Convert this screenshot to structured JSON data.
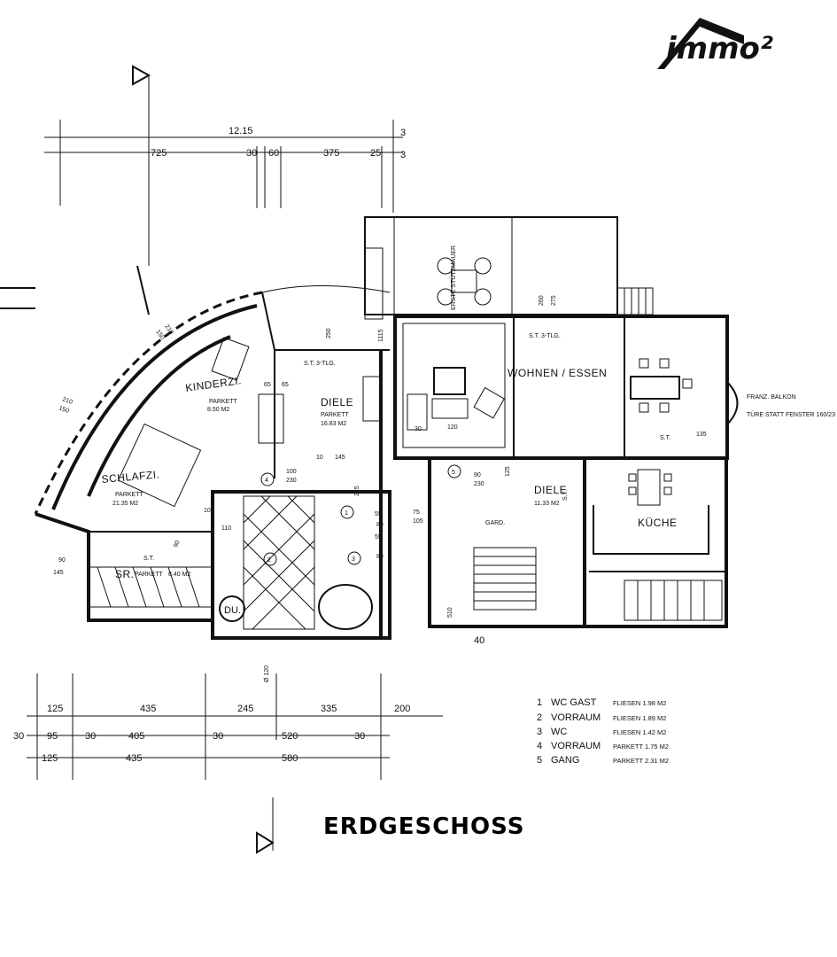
{
  "logo": {
    "text": "immo²"
  },
  "title": "ERDGESCHOSS",
  "rooms": {
    "kinderzimmer": {
      "name": "KINDERZI.",
      "floor": "PARKETT",
      "area": "8.50 M2"
    },
    "schlafzimmer": {
      "name": "SCHLAFZI.",
      "floor": "PARKETT",
      "area": "21.35 M2"
    },
    "schrankraum": {
      "name": "SR.",
      "floor": "PARKETT",
      "area": "8.40 M2"
    },
    "diele_links": {
      "name": "DIELE",
      "floor": "PARKETT",
      "area": "16.83 M2"
    },
    "wohnen_essen": {
      "name": "WOHNEN / ESSEN"
    },
    "diele_rechts": {
      "name": "DIELE",
      "area": "11.33 M2"
    },
    "kueche": {
      "name": "KÜCHE"
    },
    "du": {
      "name": "DU."
    },
    "gard": {
      "name": "GARD."
    }
  },
  "annotations": {
    "balkon_1": "FRANZ. BALKON",
    "balkon_2": "TÜRE STATT FENSTER 160/23",
    "stuetzmauer": "ERSTE STÜTZMAUER",
    "st3tlg_left": "S.T. 3-TLG.",
    "st3tlg_right": "S.T. 3-TLG.",
    "st_right": "S.T.",
    "st_sr": "S.T.",
    "st_kueche": "S.T."
  },
  "circle_markers": [
    "1",
    "2",
    "3",
    "4",
    "5"
  ],
  "dimensions": {
    "top_total": "12.15",
    "top_3a": "3",
    "top_3b": "3",
    "top_725": "725",
    "top_30": "30",
    "top_60": "60",
    "top_375": "375",
    "top_25": "25",
    "bottom_row1": [
      "125",
      "435",
      "245",
      "335",
      "200"
    ],
    "bottom_row2": [
      "30",
      "95",
      "30",
      "405",
      "30",
      "520",
      "30"
    ],
    "bottom_row3": [
      "125",
      "435",
      "580"
    ],
    "left_210a": "210",
    "left_150a": "150",
    "left_210b": "210",
    "left_150b": "150",
    "left_90": "90",
    "left_145": "145",
    "d_260": "260",
    "d_275": "275",
    "d_250": "250",
    "d_100": "100",
    "d_230": "230",
    "d_145": "145",
    "d_90": "90",
    "d_125": "125",
    "d_135": "135",
    "d_510": "510",
    "d_40": "40",
    "d_120": "Ø 120",
    "d_55a": "55",
    "d_55b": "55",
    "d_80a": "80",
    "d_80b": "80",
    "d_75": "75",
    "d_105": "105",
    "d_110": "110",
    "d_90b": "90",
    "d_230b": "230",
    "d_10a": "10",
    "d_10b": "10",
    "d_30": "30",
    "d_120r": "120",
    "d_225": "225",
    "d_1115": "1115",
    "d_65": "65",
    "d_65b": "65"
  },
  "legend": [
    {
      "num": "1",
      "name": "WC GAST",
      "info": "FLIESEN 1.98 M2"
    },
    {
      "num": "2",
      "name": "VORRAUM",
      "info": "FLIESEN 1.89 M2"
    },
    {
      "num": "3",
      "name": "WC",
      "info": "FLIESEN 1.42 M2"
    },
    {
      "num": "4",
      "name": "VORRAUM",
      "info": "PARKETT 1.75 M2"
    },
    {
      "num": "5",
      "name": "GANG",
      "info": "PARKETT 2.31 M2"
    }
  ]
}
